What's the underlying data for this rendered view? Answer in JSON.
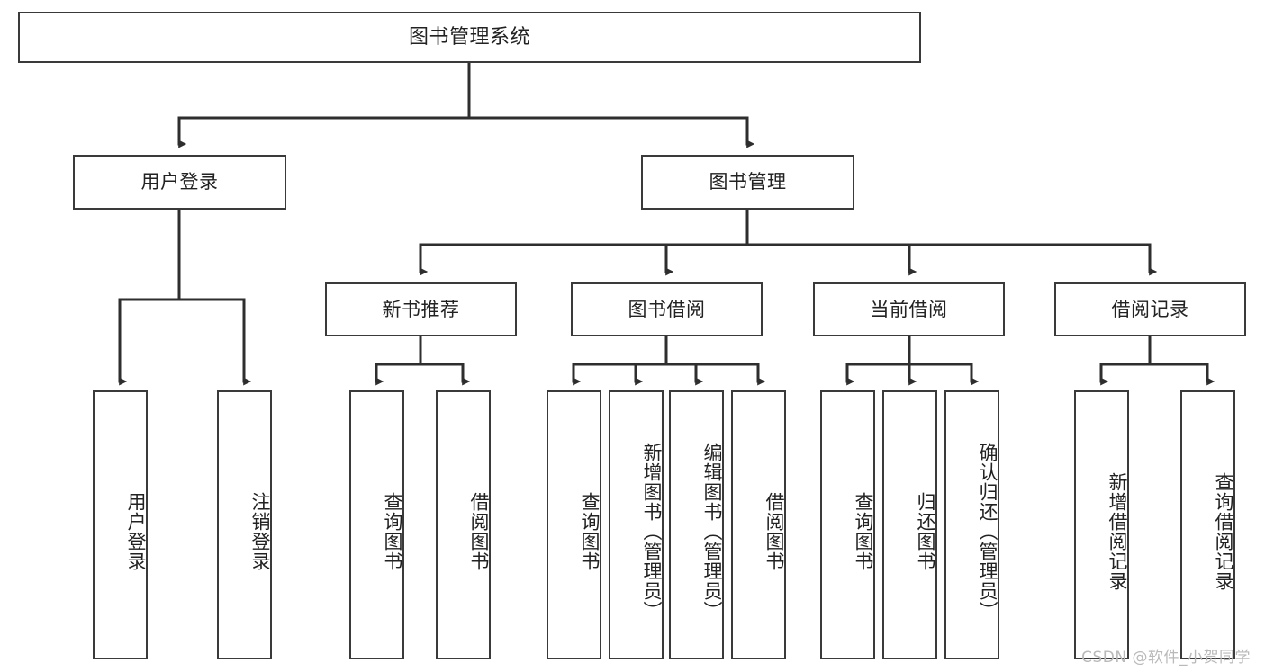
{
  "diagram": {
    "type": "tree-hierarchy",
    "title": "图书管理系统",
    "orientation": "top-down",
    "style": {
      "box_border": "#3a3a3a",
      "box_fill": "#ffffff",
      "connector": "#2e2e2e",
      "text": "#222222",
      "background": "#ffffff"
    }
  },
  "nodes": {
    "root": {
      "label": "图书管理系统",
      "level": 0
    },
    "level1": [
      {
        "id": "user-login",
        "label": "用户登录"
      },
      {
        "id": "book-management",
        "label": "图书管理"
      }
    ],
    "level2": [
      {
        "id": "new-book-recommend",
        "label": "新书推荐",
        "parent": "book-management"
      },
      {
        "id": "book-borrow",
        "label": "图书借阅",
        "parent": "book-management"
      },
      {
        "id": "current-borrow",
        "label": "当前借阅",
        "parent": "book-management"
      },
      {
        "id": "borrow-record",
        "label": "借阅记录",
        "parent": "book-management"
      }
    ],
    "leaves": {
      "user-login": [
        {
          "id": "leaf-user-login",
          "label": "用户登录"
        },
        {
          "id": "leaf-logout",
          "label": "注销登录"
        }
      ],
      "new-book-recommend": [
        {
          "id": "leaf-query-book-1",
          "label": "查询图书"
        },
        {
          "id": "leaf-borrow-book-1",
          "label": "借阅图书"
        }
      ],
      "book-borrow": [
        {
          "id": "leaf-query-book-2",
          "label": "查询图书"
        },
        {
          "id": "leaf-add-book",
          "label": "新增图书（管理员）"
        },
        {
          "id": "leaf-edit-book",
          "label": "编辑图书（管理员）"
        },
        {
          "id": "leaf-borrow-book-2",
          "label": "借阅图书"
        }
      ],
      "current-borrow": [
        {
          "id": "leaf-query-book-3",
          "label": "查询图书"
        },
        {
          "id": "leaf-return-book",
          "label": "归还图书"
        },
        {
          "id": "leaf-confirm-return",
          "label": "确认归还（管理员）"
        }
      ],
      "borrow-record": [
        {
          "id": "leaf-add-record",
          "label": "新增借阅记录"
        },
        {
          "id": "leaf-query-record",
          "label": "查询借阅记录"
        }
      ]
    }
  },
  "watermark": {
    "text": "CSDN @软件_小贺同学"
  }
}
